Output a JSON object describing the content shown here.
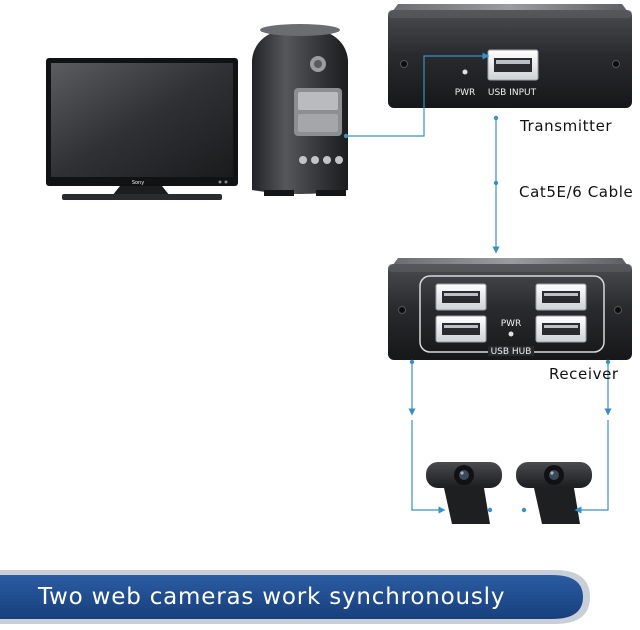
{
  "labels": {
    "transmitter": "Transmitter",
    "cable": "Cat5E/6 Cable",
    "receiver": "Receiver",
    "tx_pwr": "PWR",
    "tx_usb_input": "USB INPUT",
    "rx_pwr": "PWR",
    "rx_usb_hub": "USB HUB",
    "monitor_brand": "Sony"
  },
  "banner": {
    "text": "Two web cameras work synchronously"
  },
  "colors": {
    "connector": "#3a8fc4",
    "banner": "#1f4e93",
    "banner_edge": "#c9cfd8",
    "device": "#2b2d30"
  },
  "icons": [
    "monitor-icon",
    "computer-tower-icon",
    "usb-port-icon",
    "webcam-icon"
  ]
}
